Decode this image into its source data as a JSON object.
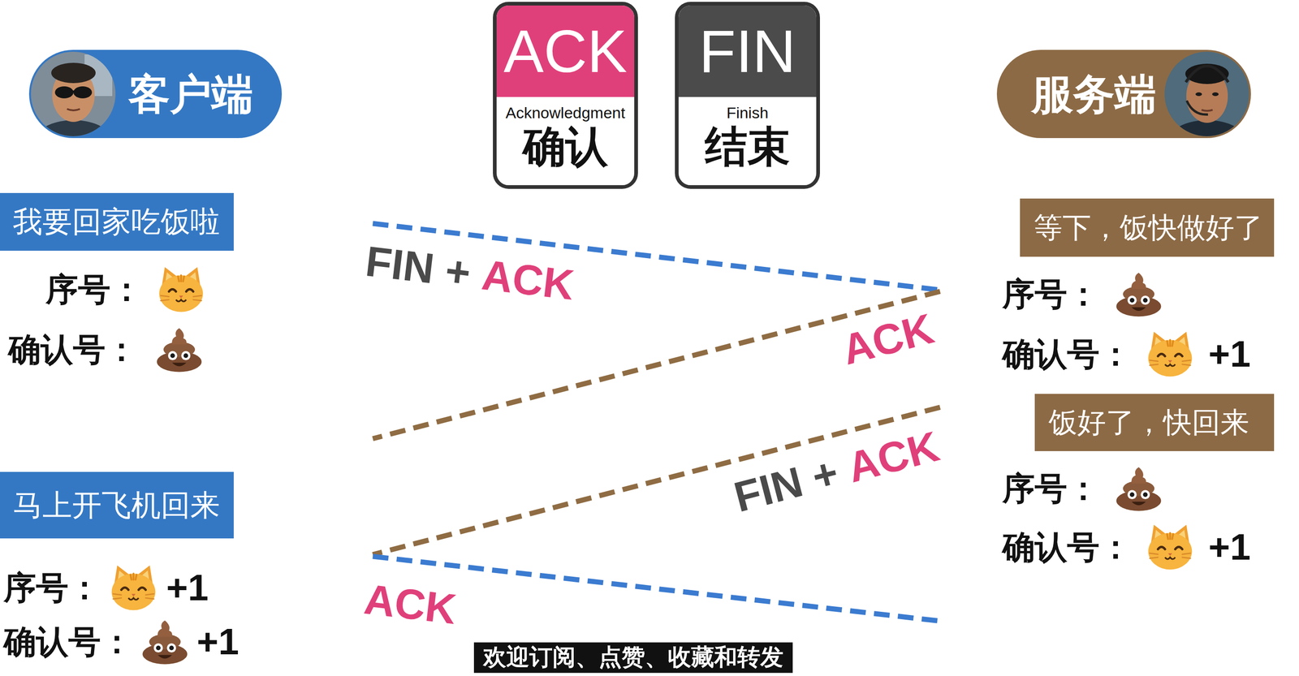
{
  "diagram": {
    "nodes": [
      {
        "text": [
          "客户端"
        ]
      },
      {
        "text": [
          "ACK",
          "Acknowledgment",
          "确认"
        ]
      },
      {
        "text": [
          "FIN",
          "Finish",
          "结束"
        ]
      },
      {
        "text": [
          "服务端"
        ]
      },
      {
        "text": [
          "我要回家吃饭啦"
        ]
      },
      {
        "text": [
          "等下，饭快做好了"
        ]
      },
      {
        "text": [
          "饭好了，快回来"
        ]
      },
      {
        "text": [
          "马上开飞机回来"
        ]
      }
    ],
    "labels": [
      "序号：",
      "确认号：",
      "序号：",
      "确认号：",
      "+1",
      "FIN +",
      "ACK",
      "ACK",
      "序号：",
      "确认号：",
      "+1",
      "FIN +",
      "ACK",
      "序号：",
      "+1",
      "确认号：",
      "+1",
      "ACK",
      "欢迎订阅、点赞、收藏和转发"
    ]
  }
}
